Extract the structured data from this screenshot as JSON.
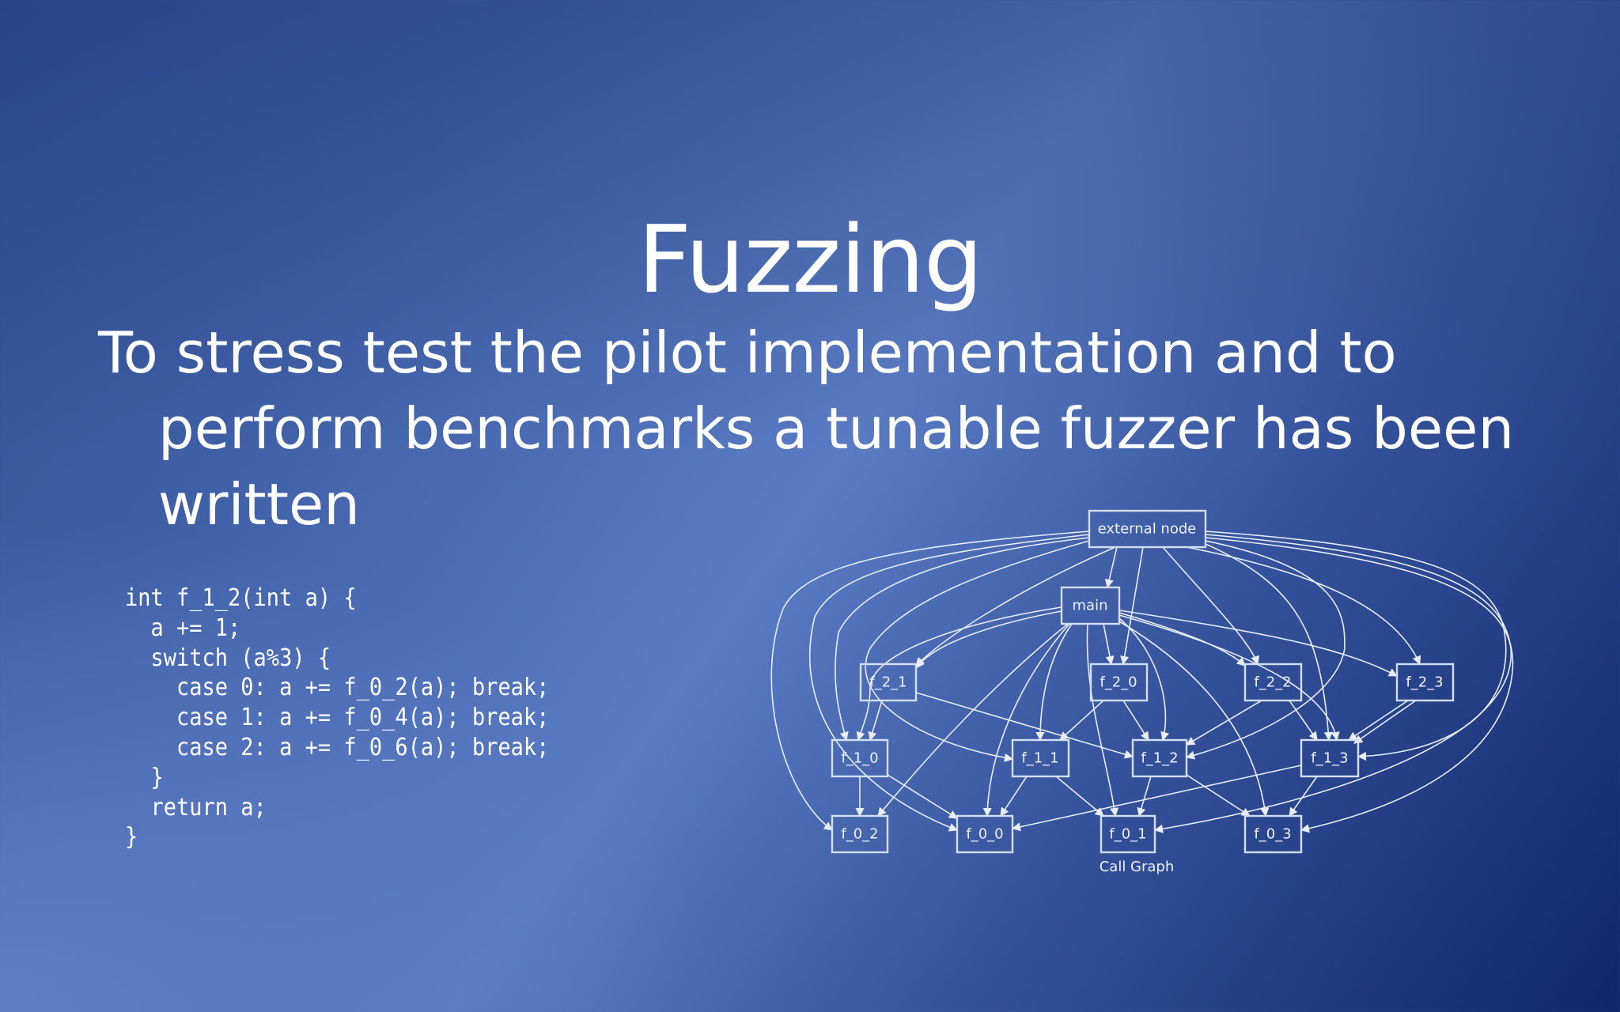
{
  "slide": {
    "title": "Fuzzing",
    "bullet": "To stress test the pilot implementation and to perform benchmarks a tunable fuzzer has been written"
  },
  "code": {
    "language": "c",
    "lines": [
      "int f_1_2(int a) {",
      "  a += 1;",
      "  switch (a%3) {",
      "    case 0: a += f_0_2(a); break;",
      "    case 1: a += f_0_4(a); break;",
      "    case 2: a += f_0_6(a); break;",
      "  }",
      "  return a;",
      "}"
    ]
  },
  "call_graph": {
    "caption": "Call Graph",
    "nodes": [
      {
        "id": "external",
        "label": "external node"
      },
      {
        "id": "main",
        "label": "main"
      },
      {
        "id": "f_2_1",
        "label": "f_2_1"
      },
      {
        "id": "f_2_0",
        "label": "f_2_0"
      },
      {
        "id": "f_2_2",
        "label": "f_2_2"
      },
      {
        "id": "f_2_3",
        "label": "f_2_3"
      },
      {
        "id": "f_1_0",
        "label": "f_1_0"
      },
      {
        "id": "f_1_1",
        "label": "f_1_1"
      },
      {
        "id": "f_1_2",
        "label": "f_1_2"
      },
      {
        "id": "f_1_3",
        "label": "f_1_3"
      },
      {
        "id": "f_0_2",
        "label": "f_0_2"
      },
      {
        "id": "f_0_0",
        "label": "f_0_0"
      },
      {
        "id": "f_0_1",
        "label": "f_0_1"
      },
      {
        "id": "f_0_3",
        "label": "f_0_3"
      }
    ]
  },
  "colors": {
    "text": "#ffffff",
    "graph_stroke": "#d6def2",
    "bg_light": "#5d7fc4",
    "bg_dark": "#0f266b"
  }
}
